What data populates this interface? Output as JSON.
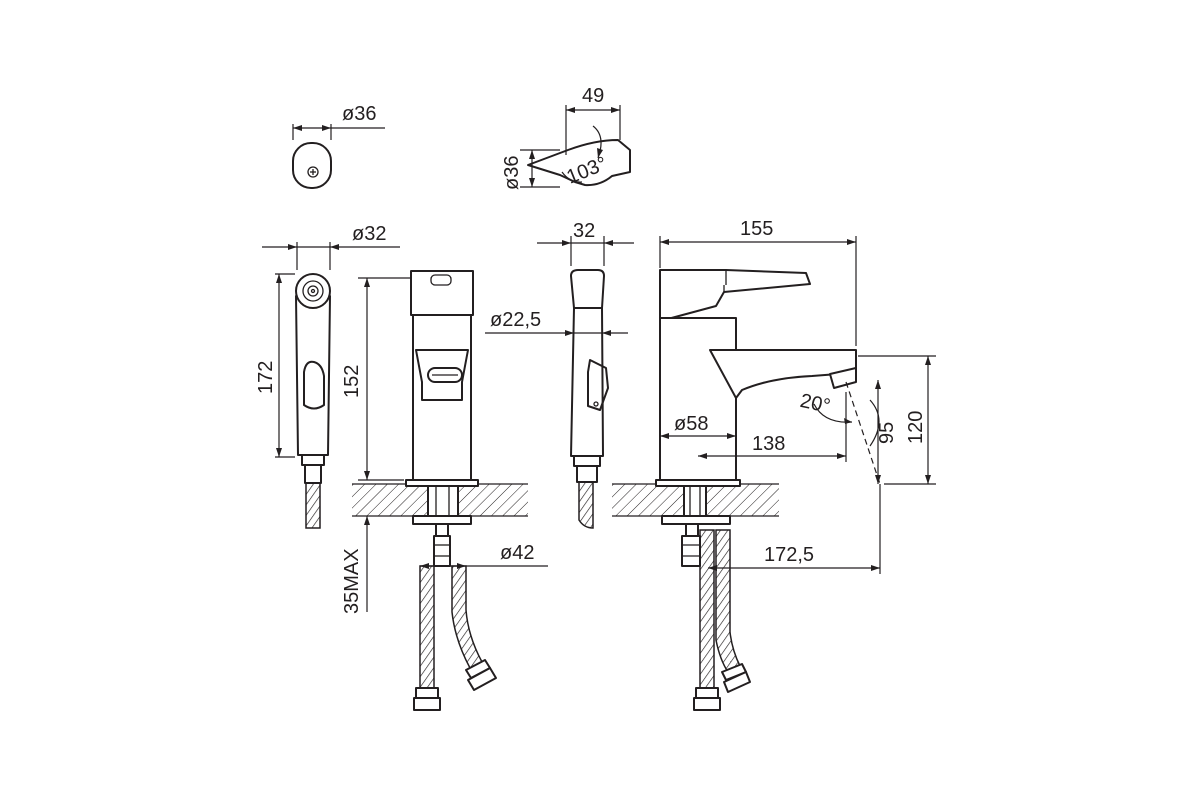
{
  "dimensions": {
    "handle_diameter": "ø36",
    "handle_width": "49",
    "handle_profile_diameter": "ø36",
    "handle_angle": "103°",
    "shower_head_diameter": "ø32",
    "shower_length": "172",
    "body_height": "152",
    "hose_diameter": "ø22,5",
    "side_width": "32",
    "overall_length": "155",
    "base_diameter": "ø58",
    "spout_reach": "138",
    "spout_angle": "20°",
    "spout_height": "95",
    "overall_height": "120",
    "mount_diameter": "ø42",
    "max_counter_thickness": "35MAX",
    "extended_reach": "172,5"
  },
  "colors": {
    "line": "#231f20",
    "background": "#ffffff"
  }
}
